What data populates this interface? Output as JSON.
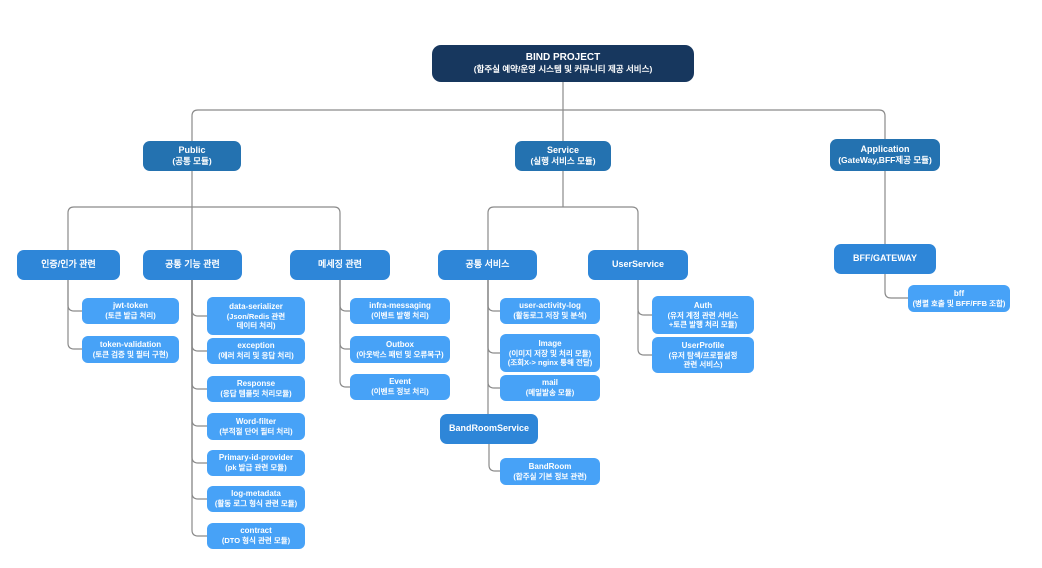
{
  "diagram": {
    "type": "org-architecture-tree",
    "colors": {
      "root_bg": "#17375e",
      "level1_bg": "#2472b0",
      "level2_bg": "#2e86d8",
      "leaf_bg": "#47a2f7",
      "connector": "#8a8a8a",
      "text": "#ffffff",
      "background": "#ffffff"
    },
    "edges": [
      [
        "root",
        "public"
      ],
      [
        "root",
        "service"
      ],
      [
        "root",
        "application"
      ],
      [
        "public",
        "auth_related"
      ],
      [
        "public",
        "common_func"
      ],
      [
        "public",
        "messaging"
      ],
      [
        "service",
        "common_service"
      ],
      [
        "service",
        "user_service"
      ],
      [
        "application",
        "bff_gateway"
      ],
      [
        "auth_related",
        "jwt_token"
      ],
      [
        "auth_related",
        "token_validation"
      ],
      [
        "common_func",
        "data_serializer"
      ],
      [
        "common_func",
        "exception"
      ],
      [
        "common_func",
        "response"
      ],
      [
        "common_func",
        "word_filter"
      ],
      [
        "common_func",
        "primary_id_provider"
      ],
      [
        "common_func",
        "log_metadata"
      ],
      [
        "common_func",
        "contract"
      ],
      [
        "messaging",
        "infra_messaging"
      ],
      [
        "messaging",
        "outbox"
      ],
      [
        "messaging",
        "event"
      ],
      [
        "common_service",
        "user_activity_log"
      ],
      [
        "common_service",
        "image"
      ],
      [
        "common_service",
        "mail"
      ],
      [
        "common_service",
        "band_room_service"
      ],
      [
        "band_room_service",
        "band_room"
      ],
      [
        "user_service",
        "auth"
      ],
      [
        "user_service",
        "user_profile"
      ],
      [
        "bff_gateway",
        "bff"
      ]
    ]
  },
  "nodes": {
    "root": {
      "title": "BIND PROJECT",
      "sub": "(합주실 예약/운영 시스템 및 커뮤니티 제공 서비스)"
    },
    "public": {
      "title": "Public",
      "sub": "(공통 모듈)"
    },
    "service": {
      "title": "Service",
      "sub": "(실행 서비스 모듈)"
    },
    "application": {
      "title": "Application",
      "sub": "(GateWay,BFF제공 모듈)"
    },
    "auth_related": {
      "title": "인증/인가 관련"
    },
    "common_func": {
      "title": "공통 기능 관련"
    },
    "messaging": {
      "title": "메세징 관련"
    },
    "common_service": {
      "title": "공통 서비스"
    },
    "user_service": {
      "title": "UserService"
    },
    "bff_gateway": {
      "title": "BFF/GATEWAY"
    },
    "band_room_service": {
      "title": "BandRoomService"
    },
    "jwt_token": {
      "title": "jwt-token",
      "sub": "(토큰 발급 처리)"
    },
    "token_validation": {
      "title": "token-validation",
      "sub": "(토큰 검증 및 필터 구현)"
    },
    "data_serializer": {
      "title": "data-serializer",
      "sub": "(Json/Redis 관련\n데이터 처리)"
    },
    "exception": {
      "title": "exception",
      "sub": "(에러 처리 및 응답 처리)"
    },
    "response": {
      "title": "Response",
      "sub": "(응답 템플릿 처리모듈)"
    },
    "word_filter": {
      "title": "Word-filter",
      "sub": "(부적절 단어 필터 처리)"
    },
    "primary_id_provider": {
      "title": "Primary-id-provider",
      "sub": "(pk 발급 관련 모듈)"
    },
    "log_metadata": {
      "title": "log-metadata",
      "sub": "(활동 로그 형식 관련 모듈)"
    },
    "contract": {
      "title": "contract",
      "sub": "(DTO 형식 관련 모듈)"
    },
    "infra_messaging": {
      "title": "infra-messaging",
      "sub": "(이벤트 발행 처리)"
    },
    "outbox": {
      "title": "Outbox",
      "sub": "(아웃박스 패턴 및 오류복구)"
    },
    "event": {
      "title": "Event",
      "sub": "(이벤트 정보 처리)"
    },
    "user_activity_log": {
      "title": "user-activity-log",
      "sub": "(활동로그 저장 및 분석)"
    },
    "image": {
      "title": "Image",
      "sub": "(이미지 저장 및 처리 모듈)\n(조회X-> nginx 통해 전달)"
    },
    "mail": {
      "title": "mail",
      "sub": "(메일발송 모듈)"
    },
    "band_room": {
      "title": "BandRoom",
      "sub": "(합주실 기본 정보 관련)"
    },
    "auth": {
      "title": "Auth",
      "sub": "(유저 계정 관련 서비스\n+토큰 발행 처리 모듈)"
    },
    "user_profile": {
      "title": "UserProfile",
      "sub": "(유저 탐색/프로필설정\n관련 서비스)"
    },
    "bff": {
      "title": "bff",
      "sub": "(병렬 호출 및 BFF/FFB 조합)"
    }
  }
}
